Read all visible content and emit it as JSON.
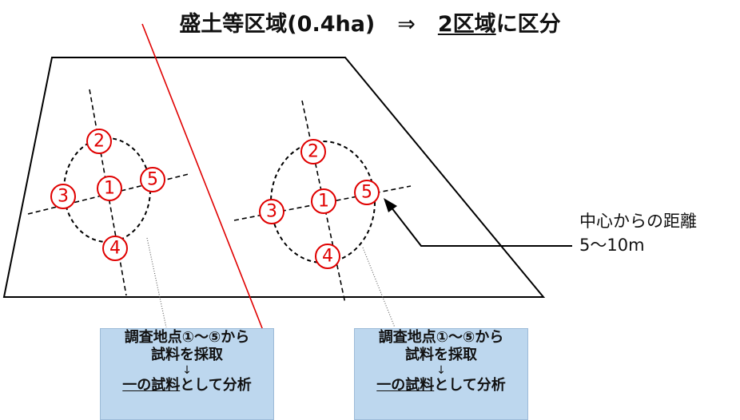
{
  "title": {
    "prefix": "盛土等区域(0.4ha)",
    "arrow": "⇒",
    "underlined": "2区域",
    "suffix": "に区分"
  },
  "annotation": {
    "line1": "中心からの距離",
    "line2": "5～10m"
  },
  "boxes": [
    {
      "line1": "調査地点①～⑤から",
      "line2": "試料を採取",
      "arrow": "↓",
      "line3_underlined": "一の試料",
      "line3_rest": "として分析"
    },
    {
      "line1": "調査地点①～⑤から",
      "line2": "試料を採取",
      "arrow": "↓",
      "line3_underlined": "一の試料",
      "line3_rest": "として分析"
    }
  ],
  "point_labels": [
    "1",
    "2",
    "3",
    "4",
    "5"
  ],
  "colors": {
    "boundary": "#000000",
    "divider": "#e00000",
    "point_circle": "#e00000",
    "box_fill": "#bdd7ee"
  }
}
